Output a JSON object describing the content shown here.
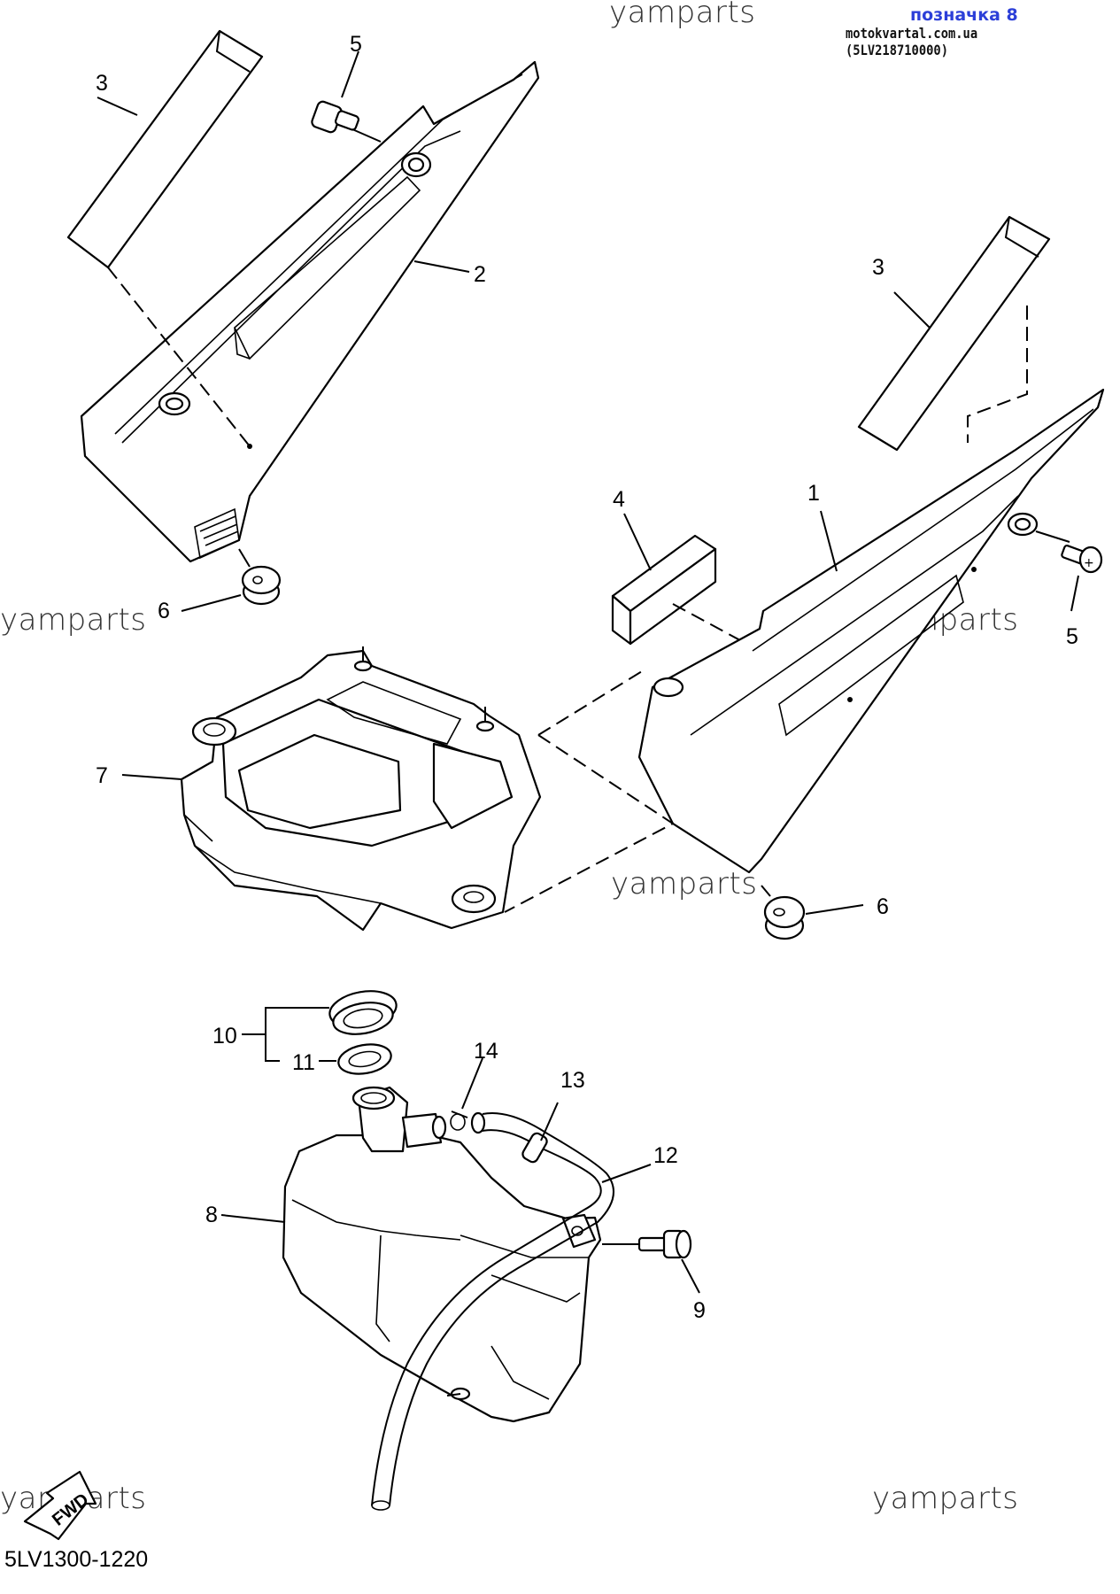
{
  "header": {
    "title": "позначка 8",
    "source": "motokvartal.com.ua (5LV218710000)"
  },
  "watermarks": [
    "yamparts",
    "yamparts",
    "yamparts",
    "yamparts",
    "yamparts",
    "yamparts"
  ],
  "diagram_code": "5LV1300-1220",
  "fwd_label": "FWD",
  "callouts": {
    "c3a": "3",
    "c5a": "5",
    "c2": "2",
    "c6a": "6",
    "c3b": "3",
    "c4": "4",
    "c1": "1",
    "c5b": "5",
    "c6b": "6",
    "c7": "7",
    "c10": "10",
    "c11": "11",
    "c14": "14",
    "c13": "13",
    "c12": "12",
    "c8": "8",
    "c9": "9"
  }
}
